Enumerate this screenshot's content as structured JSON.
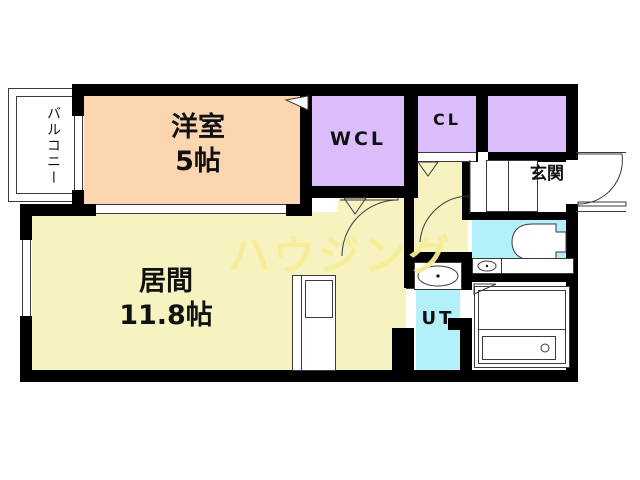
{
  "plan": {
    "title": "Apartment floor plan",
    "colors": {
      "wall": "#000000",
      "bedroom_fill": "#FBD5B0",
      "living_fill": "#F7F3C0",
      "closet_fill": "#DCBDFC",
      "water_fill": "#B3F0FA",
      "white": "#FFFFFF",
      "line": "#3A3A3A"
    },
    "watermark": "ハウジング"
  },
  "rooms": {
    "balcony": {
      "label": "バルコニー"
    },
    "bedroom": {
      "name": "洋室",
      "size": "5帖"
    },
    "living": {
      "name": "居間",
      "size": "11.8帖"
    },
    "wcl": {
      "label": "WCL"
    },
    "cl": {
      "label": "CL"
    },
    "entry": {
      "label": "玄関"
    },
    "ut": {
      "label": "UT"
    }
  },
  "fixtures": {
    "toilet": "toilet-fixture",
    "vanity": "vanity-counter",
    "washbasin": "washbasin-fixture",
    "bathtub": "bathtub-fixture",
    "kitchen_sink": "kitchen-sink-counter",
    "entry_closet": "entry-closet"
  }
}
